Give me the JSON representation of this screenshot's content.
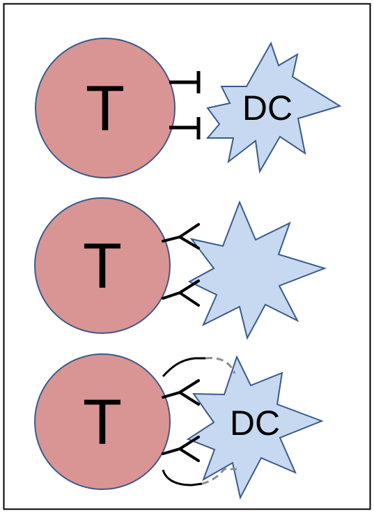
{
  "panels": [
    {
      "t_label": "T",
      "dc_label": "DC",
      "connection": "bar-ends"
    },
    {
      "t_label": "T",
      "dc_label": "",
      "connection": "y-receptors"
    },
    {
      "t_label": "T",
      "dc_label": "DC",
      "connection": "y-receptors-dashed-loops"
    }
  ],
  "colors": {
    "t_cell_fill": "#d99594",
    "t_cell_stroke": "#3a5a8a",
    "dc_fill": "#c6d9f1",
    "dc_stroke": "#3a5a8a",
    "line": "#000000",
    "dashed": "#8c8c8c",
    "frame": "#000000"
  }
}
